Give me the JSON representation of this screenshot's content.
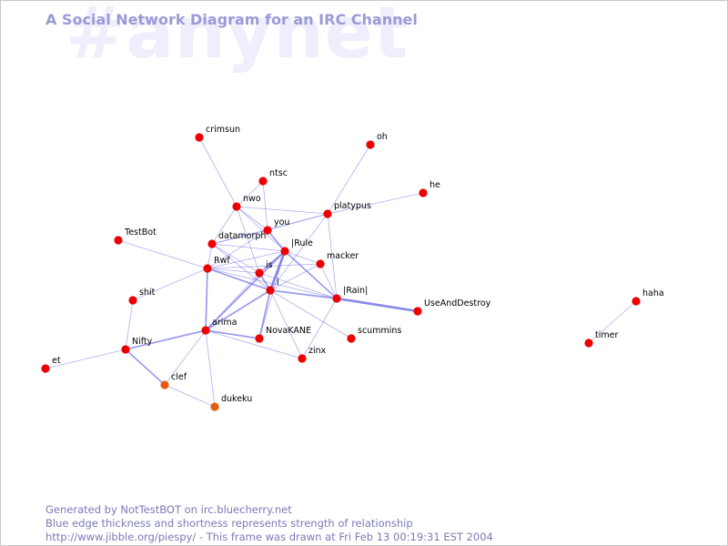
{
  "watermark": "#anynet",
  "title": "A Social Network Diagram for an IRC Channel",
  "footer": {
    "line1": "Generated by NotTestBOT on irc.bluecherry.net",
    "line2": "Blue edge thickness and shortness represents strength of relationship",
    "line3": "http://www.jibble.org/piespy/ - This frame was drawn at Fri Feb 13 00:19:31 EST 2004"
  },
  "colors": {
    "node": "#ee0000",
    "node_alt": "#e85a10",
    "edge": "#7a7aea",
    "title": "#9a9ad6",
    "watermark": "#eeeefd"
  },
  "nodes": [
    {
      "id": "crimsun",
      "label": "crimsun"
    },
    {
      "id": "oh",
      "label": "oh"
    },
    {
      "id": "ntsc",
      "label": "ntsc"
    },
    {
      "id": "he",
      "label": "he"
    },
    {
      "id": "nwo",
      "label": "nwo"
    },
    {
      "id": "platypus",
      "label": "platypus"
    },
    {
      "id": "you",
      "label": "you"
    },
    {
      "id": "TestBot",
      "label": "TestBot"
    },
    {
      "id": "datamorph",
      "label": "datamorph"
    },
    {
      "id": "IRule",
      "label": "|Rule"
    },
    {
      "id": "macker",
      "label": "macker"
    },
    {
      "id": "Rwf",
      "label": "Rwf"
    },
    {
      "id": "is",
      "label": "is"
    },
    {
      "id": "i",
      "label": "i"
    },
    {
      "id": "Rain",
      "label": "|Rain|"
    },
    {
      "id": "UseAndDestroy",
      "label": "UseAndDestroy"
    },
    {
      "id": "shit",
      "label": "shit"
    },
    {
      "id": "arima",
      "label": "arima"
    },
    {
      "id": "NovaKANE",
      "label": "NovaKANE"
    },
    {
      "id": "scummins",
      "label": "scummins"
    },
    {
      "id": "Nifty",
      "label": "Nifty"
    },
    {
      "id": "zinx",
      "label": "zinx"
    },
    {
      "id": "et",
      "label": "et"
    },
    {
      "id": "clef",
      "label": "clef"
    },
    {
      "id": "dukeku",
      "label": "dukeku"
    },
    {
      "id": "haha",
      "label": "haha"
    },
    {
      "id": "timer",
      "label": "timer"
    }
  ],
  "edges": [
    {
      "a": "crimsun",
      "b": "nwo",
      "weight": 1
    },
    {
      "a": "oh",
      "b": "platypus",
      "weight": 1
    },
    {
      "a": "ntsc",
      "b": "nwo",
      "weight": 1
    },
    {
      "a": "ntsc",
      "b": "you",
      "weight": 1
    },
    {
      "a": "he",
      "b": "platypus",
      "weight": 1
    },
    {
      "a": "nwo",
      "b": "platypus",
      "weight": 1
    },
    {
      "a": "nwo",
      "b": "you",
      "weight": 1
    },
    {
      "a": "nwo",
      "b": "IRule",
      "weight": 1
    },
    {
      "a": "nwo",
      "b": "is",
      "weight": 1
    },
    {
      "a": "nwo",
      "b": "datamorph",
      "weight": 1
    },
    {
      "a": "platypus",
      "b": "you",
      "weight": 1
    },
    {
      "a": "platypus",
      "b": "datamorph",
      "weight": 1
    },
    {
      "a": "platypus",
      "b": "i",
      "weight": 1
    },
    {
      "a": "platypus",
      "b": "Rain",
      "weight": 1
    },
    {
      "a": "you",
      "b": "datamorph",
      "weight": 1
    },
    {
      "a": "you",
      "b": "IRule",
      "weight": 2
    },
    {
      "a": "you",
      "b": "Rwf",
      "weight": 1
    },
    {
      "a": "TestBot",
      "b": "Rwf",
      "weight": 1
    },
    {
      "a": "datamorph",
      "b": "IRule",
      "weight": 1
    },
    {
      "a": "datamorph",
      "b": "Rwf",
      "weight": 1
    },
    {
      "a": "datamorph",
      "b": "is",
      "weight": 1
    },
    {
      "a": "datamorph",
      "b": "i",
      "weight": 1
    },
    {
      "a": "IRule",
      "b": "macker",
      "weight": 1
    },
    {
      "a": "IRule",
      "b": "i",
      "weight": 3
    },
    {
      "a": "IRule",
      "b": "is",
      "weight": 2
    },
    {
      "a": "IRule",
      "b": "Rain",
      "weight": 2
    },
    {
      "a": "IRule",
      "b": "Rwf",
      "weight": 1
    },
    {
      "a": "IRule",
      "b": "arima",
      "weight": 2
    },
    {
      "a": "IRule",
      "b": "NovaKANE",
      "weight": 1
    },
    {
      "a": "macker",
      "b": "Rwf",
      "weight": 1
    },
    {
      "a": "macker",
      "b": "i",
      "weight": 1
    },
    {
      "a": "macker",
      "b": "Rain",
      "weight": 1
    },
    {
      "a": "Rwf",
      "b": "is",
      "weight": 1
    },
    {
      "a": "Rwf",
      "b": "i",
      "weight": 2
    },
    {
      "a": "Rwf",
      "b": "arima",
      "weight": 2
    },
    {
      "a": "Rwf",
      "b": "Rain",
      "weight": 1
    },
    {
      "a": "Rwf",
      "b": "shit",
      "weight": 1
    },
    {
      "a": "is",
      "b": "i",
      "weight": 2
    },
    {
      "a": "is",
      "b": "Rain",
      "weight": 1
    },
    {
      "a": "is",
      "b": "arima",
      "weight": 1
    },
    {
      "a": "i",
      "b": "Rain",
      "weight": 2
    },
    {
      "a": "i",
      "b": "arima",
      "weight": 2
    },
    {
      "a": "i",
      "b": "NovaKANE",
      "weight": 2
    },
    {
      "a": "i",
      "b": "zinx",
      "weight": 1
    },
    {
      "a": "i",
      "b": "scummins",
      "weight": 1
    },
    {
      "a": "Rain",
      "b": "UseAndDestroy",
      "weight": 3
    },
    {
      "a": "Rain",
      "b": "zinx",
      "weight": 1
    },
    {
      "a": "shit",
      "b": "Nifty",
      "weight": 1
    },
    {
      "a": "arima",
      "b": "NovaKANE",
      "weight": 2
    },
    {
      "a": "arima",
      "b": "Nifty",
      "weight": 2
    },
    {
      "a": "arima",
      "b": "zinx",
      "weight": 1
    },
    {
      "a": "arima",
      "b": "clef",
      "weight": 1
    },
    {
      "a": "arima",
      "b": "dukeku",
      "weight": 1
    },
    {
      "a": "Nifty",
      "b": "et",
      "weight": 1
    },
    {
      "a": "Nifty",
      "b": "clef",
      "weight": 2
    },
    {
      "a": "clef",
      "b": "dukeku",
      "weight": 1
    },
    {
      "a": "haha",
      "b": "timer",
      "weight": 1
    }
  ]
}
